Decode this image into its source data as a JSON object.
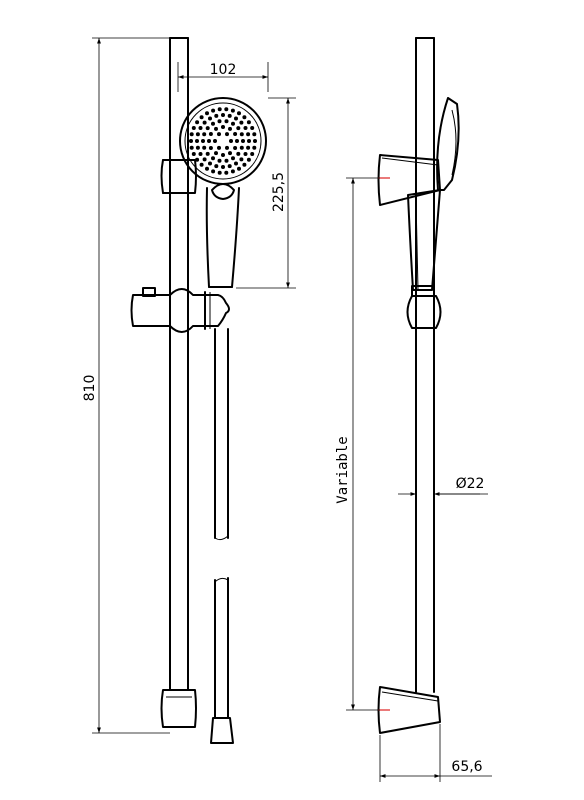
{
  "dimensions": {
    "head_width": "102",
    "head_height": "225,5",
    "total_height": "810",
    "variable": "Variable",
    "rail_diameter": "Ø22",
    "holder_depth": "65,6"
  },
  "colors": {
    "line": "#000000",
    "marker": "#dd2222",
    "background": "#ffffff"
  }
}
